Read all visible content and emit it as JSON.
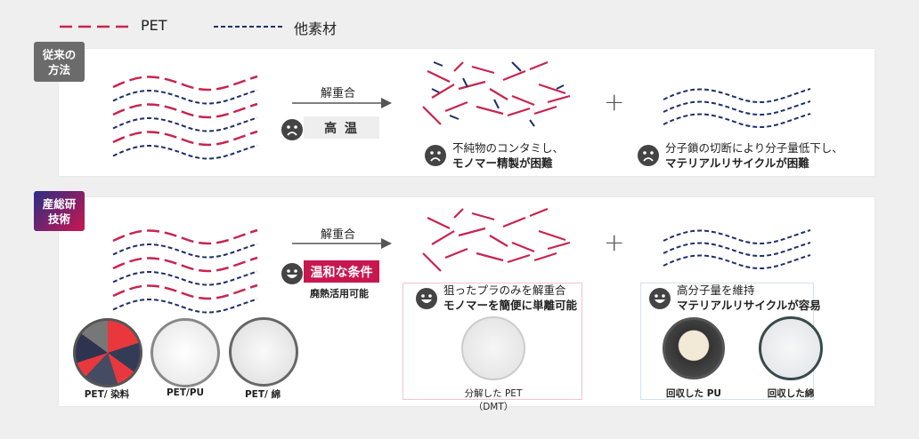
{
  "legend": {
    "pet_label": "PET",
    "other_label": "他素材"
  },
  "colors": {
    "pet": "#c8244f",
    "other": "#1f2f6b",
    "badge_conventional": "#6b6b6b",
    "accent": "#c8174f"
  },
  "conventional": {
    "badge": "従来の方法",
    "arrow_label": "解重合",
    "condition": "高 温",
    "condition_face": "sad-face-icon",
    "result1": {
      "line1": "不純物のコンタミし、",
      "line2": "モノマー精製が困難"
    },
    "result2": {
      "line1": "分子鎖の切断により分子量低下し、",
      "line2": "マテリアルリサイクルが困難"
    }
  },
  "aist": {
    "badge": "産総研技術",
    "arrow_label": "解重合",
    "condition": "温和な条件",
    "condition_note": "廃熱活用可能",
    "samples": [
      "PET/ 染料",
      "PET/PU",
      "PET/ 綿"
    ],
    "result1": {
      "line1": "狙ったプラのみを解重合",
      "line2": "モノマーを簡便に単離可能",
      "photo_caption": "分解した PET（DMT）"
    },
    "result2": {
      "line1": "高分子量を維持",
      "line2": "マテリアルリサイクルが容易",
      "photo_captions": [
        "回収した PU",
        "回収した綿"
      ]
    }
  },
  "plus": "+"
}
